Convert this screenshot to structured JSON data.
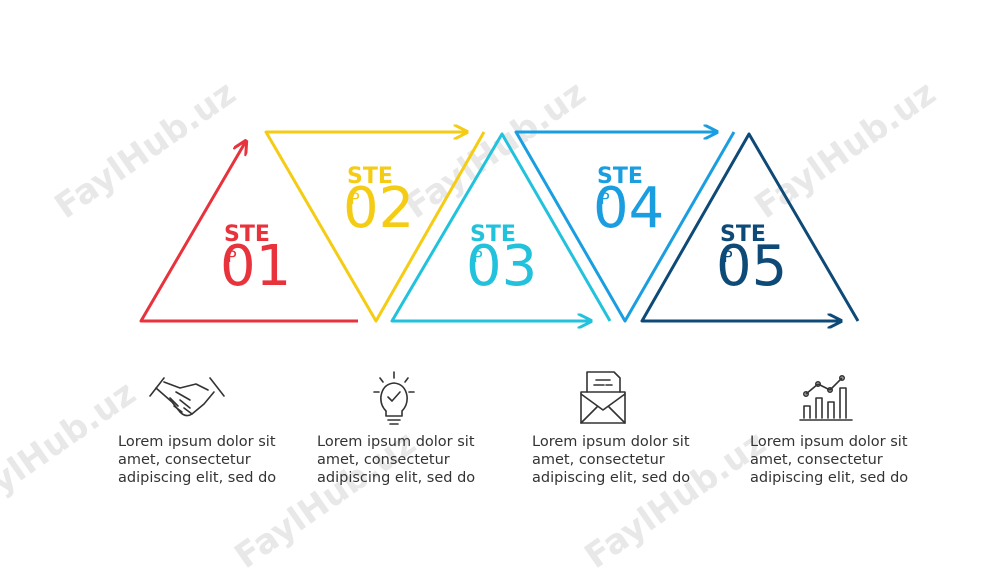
{
  "steps": [
    {
      "label": "STE",
      "mark": "P",
      "number": "01",
      "color": "#e8323c",
      "icon": "handshake-icon",
      "text": [
        "Lorem ipsum dolor sit",
        "amet, consectetur",
        "adipiscing elit, sed do"
      ]
    },
    {
      "label": "STE",
      "mark": "P",
      "number": "02",
      "color": "#f5cc14",
      "icon": "lightbulb-icon",
      "text": [
        "Lorem ipsum dolor sit",
        "amet, consectetur",
        "adipiscing elit, sed do"
      ]
    },
    {
      "label": "STE",
      "mark": "P",
      "number": "03",
      "color": "#22c2dc",
      "icon": "",
      "text": []
    },
    {
      "label": "STE",
      "mark": "P",
      "number": "04",
      "color": "#1a9ee0",
      "icon": "envelope-icon",
      "text": [
        "Lorem ipsum dolor sit",
        "amet, consectetur",
        "adipiscing elit, sed do"
      ]
    },
    {
      "label": "STE",
      "mark": "P",
      "number": "05",
      "color": "#0d4a78",
      "icon": "chart-icon",
      "text": [
        "Lorem ipsum dolor sit",
        "amet, consectetur",
        "adipiscing elit, sed do"
      ]
    }
  ],
  "watermark": "FaylHub.uz",
  "icon_color": "#333333"
}
